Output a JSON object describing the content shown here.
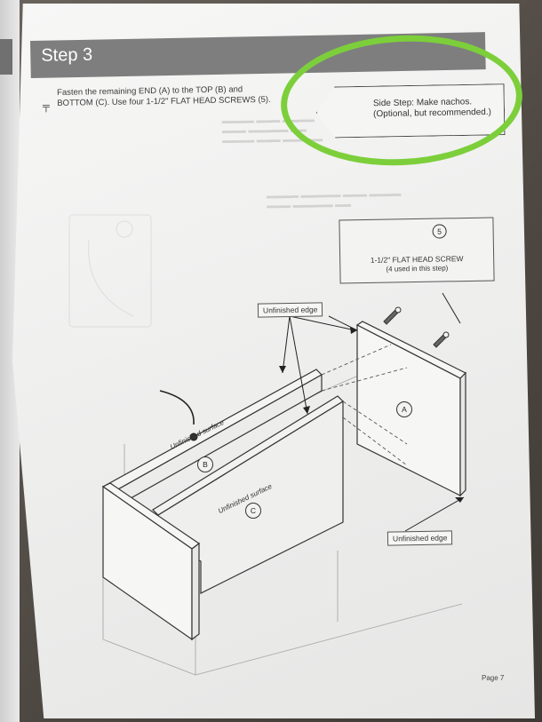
{
  "step": {
    "title": "Step 3",
    "instruction": "Fasten the remaining END (A) to the TOP (B) and BOTTOM (C). Use four 1-1/2\" FLAT HEAD SCREWS (5)."
  },
  "side_step": {
    "text": "Side Step: Make nachos. (Optional, but recommended.)",
    "highlight_color": "#7ccf3a"
  },
  "hardware": {
    "number": "5",
    "name": "1-1/2\" FLAT HEAD SCREW",
    "quantity_note": "(4 used in this step)",
    "tool_icon": "phillips-screwdriver-icon"
  },
  "callouts": {
    "unfinished_edge_top": "Unfinished edge",
    "unfinished_edge_bottom": "Unfinished edge",
    "unfinished_surface_b": "Unfinished surface",
    "unfinished_surface_c": "Unfinished surface"
  },
  "parts": {
    "a": "A",
    "b": "B",
    "c": "C"
  },
  "page": {
    "number": "Page 7"
  }
}
